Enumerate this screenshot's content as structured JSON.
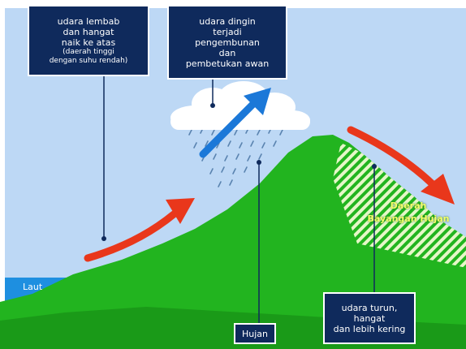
{
  "colors": {
    "sky": "#bdd8f5",
    "mountain": "#22b41f",
    "mountain_dark": "#1a9a18",
    "sea": "#1e8fe0",
    "arrow_red": "#e9371b",
    "arrow_blue": "#1b78d8",
    "rain": "#5a84b0",
    "box": "#0f2a5c",
    "shadow_text": "#f4ff6a",
    "hatch": "#e6f7c8"
  },
  "labels": {
    "rising_air": {
      "lines": [
        "udara lembab",
        "dan hangat",
        "naik ke atas"
      ],
      "small_lines": [
        "(daerah tinggi",
        "dengan suhu rendah)"
      ]
    },
    "cooling": {
      "lines": [
        "udara dingin",
        "terjadi",
        "pengembunan",
        "dan",
        "pembetukan awan"
      ]
    },
    "rain": "Hujan",
    "descending_air": {
      "lines": [
        "udara turun,",
        "hangat",
        "dan lebih kering"
      ]
    },
    "sea": "Laut",
    "rain_shadow": {
      "lines": [
        "Daerah",
        "Bayangan Hujan"
      ]
    }
  },
  "icons": {
    "cloud": "cloud-icon",
    "rain": "rain-drops-icon"
  }
}
